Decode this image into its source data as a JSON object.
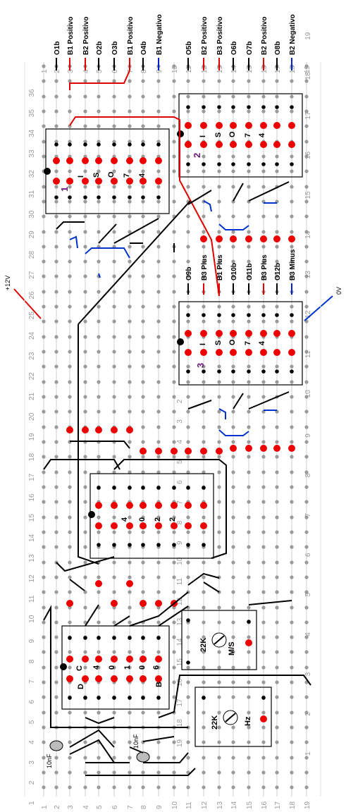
{
  "rail_labels": [
    {
      "text": "O1b",
      "color": "#000000"
    },
    {
      "text": "B1 Positivo",
      "color": "#e00000"
    },
    {
      "text": "B2 Positivo",
      "color": "#e00000"
    },
    {
      "text": "O2b",
      "color": "#000000"
    },
    {
      "text": "O3b",
      "color": "#000000"
    },
    {
      "text": "B1 Positivo",
      "color": "#e00000"
    },
    {
      "text": "O4b",
      "color": "#000000"
    },
    {
      "text": "B1 Negativo",
      "color": "#0022cc"
    },
    {
      "text": "O5b",
      "color": "#000000"
    },
    {
      "text": "B2 Positivo",
      "color": "#e00000"
    },
    {
      "text": "B3 Positivo",
      "color": "#e00000"
    },
    {
      "text": "O6b",
      "color": "#000000"
    },
    {
      "text": "O7b",
      "color": "#000000"
    },
    {
      "text": "B2 Positivo",
      "color": "#e00000"
    },
    {
      "text": "O8b",
      "color": "#000000"
    },
    {
      "text": "B2 Negativo",
      "color": "#0022cc"
    }
  ],
  "mid_labels": [
    {
      "text": "O9b",
      "color": "#000000"
    },
    {
      "text": "B3 Plus",
      "color": "#e00000"
    },
    {
      "text": "B1 Plus",
      "color": "#e00000"
    },
    {
      "text": "O10b",
      "color": "#000000"
    },
    {
      "text": "O11b",
      "color": "#000000"
    },
    {
      "text": "B3 Plus",
      "color": "#e00000"
    },
    {
      "text": "O12b",
      "color": "#000000"
    },
    {
      "text": "B3 Minus",
      "color": "#0022cc"
    }
  ],
  "power": {
    "plus": "+12V",
    "ground": "0V"
  },
  "chips": [
    {
      "num": "1",
      "text": "I S O 7 4"
    },
    {
      "num": "2",
      "text": "I S O 7 4"
    },
    {
      "num": "3",
      "text": "I S O 7 4"
    },
    {
      "num": "",
      "text": "4 0 2 2"
    },
    {
      "num": "",
      "text": "C D 4 0 1 0 6 B"
    }
  ],
  "pots": [
    {
      "value": "22K",
      "name": "M/S"
    },
    {
      "value": "22K",
      "name": "Hz"
    }
  ],
  "capacitors": [
    "10nF",
    "10nF"
  ],
  "row_numbers_left": [
    "1",
    "2",
    "3",
    "4",
    "5",
    "6",
    "7",
    "8",
    "9",
    "10",
    "11",
    "12",
    "13",
    "14",
    "15",
    "16",
    "17",
    "18",
    "19",
    "20",
    "21",
    "22",
    "23",
    "24",
    "25",
    "26",
    "27",
    "28",
    "29",
    "30",
    "31",
    "32",
    "33",
    "34",
    "35",
    "36"
  ],
  "row_numbers_right": [
    "19",
    "18",
    "17",
    "16",
    "15",
    "14",
    "13",
    "12",
    "11",
    "10",
    "9",
    "8",
    "7",
    "6",
    "5",
    "4",
    "3",
    "2",
    "1"
  ],
  "col_numbers": [
    "1",
    "2",
    "3",
    "4",
    "5",
    "6",
    "7",
    "8",
    "9",
    "10",
    "11",
    "12",
    "13",
    "14",
    "15",
    "16",
    "17",
    "18",
    "19"
  ],
  "colors": {
    "wire_red": "#e00000",
    "wire_black": "#000000",
    "wire_blue": "#0033cc",
    "hole": "#9a9a9a",
    "pin_red": "#ee0000",
    "pin_black": "#000000",
    "chip_purple": "#6a1b7a"
  }
}
